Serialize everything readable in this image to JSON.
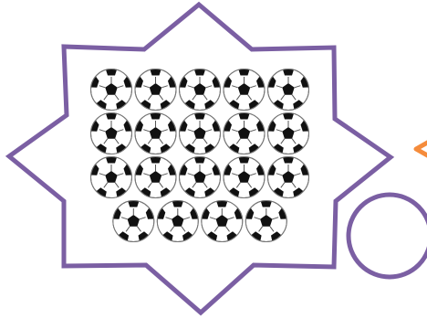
{
  "scene": {
    "background_color": "#ffffff",
    "star_frame": {
      "shape": "eight-point-star",
      "stroke_color": "#7b5fa3",
      "fill_color": "#ffffff"
    },
    "ball": {
      "icon": "soccer-ball-icon",
      "patch_color": "#111111",
      "panel_color": "#ffffff"
    },
    "ball_rows": [
      5,
      5,
      5,
      4
    ],
    "ball_count": 19,
    "comparison_sign": {
      "icon": "less-than-sign-icon",
      "color": "#f58c3c"
    },
    "answer_circle": {
      "icon": "empty-answer-circle",
      "stroke_color": "#7b5fa3",
      "fill_color": "#ffffff"
    }
  }
}
